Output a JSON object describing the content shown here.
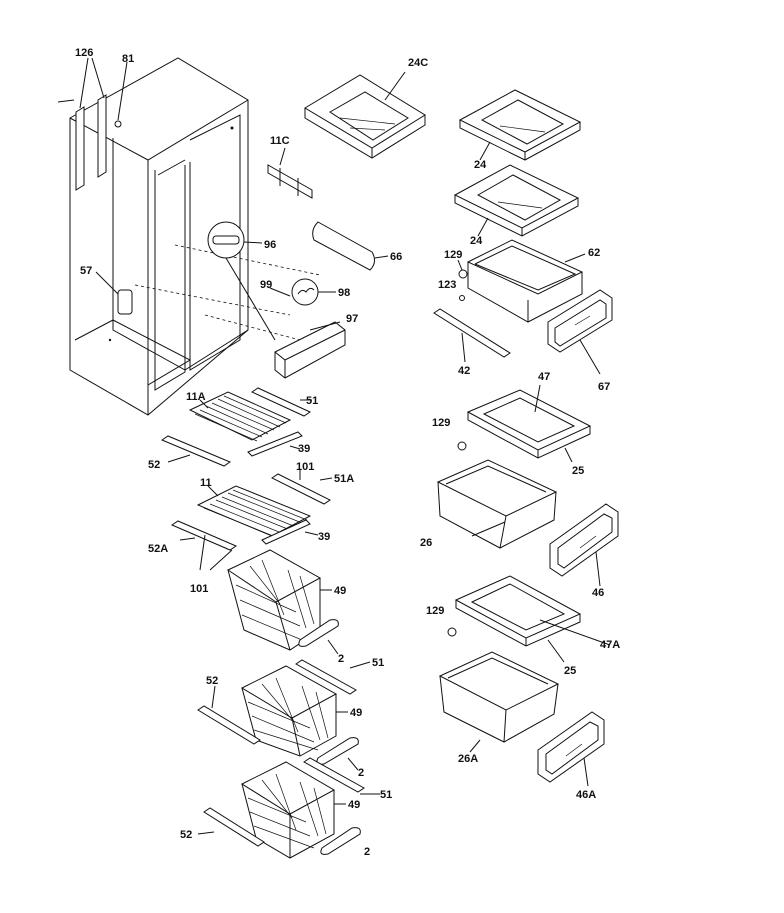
{
  "labels": {
    "l126": "126",
    "l81": "81",
    "l24c": "24C",
    "l11c": "11C",
    "l24a": "24",
    "l24b": "24",
    "l96": "96",
    "l66": "66",
    "l57": "57",
    "l99": "99",
    "l98": "98",
    "l97": "97",
    "l129a": "129",
    "l62": "62",
    "l123": "123",
    "l42": "42",
    "l67": "67",
    "l11a": "11A",
    "l51a": "51",
    "l39a": "39",
    "l52a": "52",
    "l101a": "101",
    "l51A": "51A",
    "l11": "11",
    "l39b": "39",
    "l52A": "52A",
    "l101b": "101",
    "l47": "47",
    "l129b": "129",
    "l25a": "25",
    "l26": "26",
    "l46": "46",
    "l49a": "49",
    "l2a": "2",
    "l129c": "129",
    "l47A": "47A",
    "l25b": "25",
    "l51b": "51",
    "l52b": "52",
    "l49b": "49",
    "l2b": "2",
    "l26A": "26A",
    "l46A": "46A",
    "l51c": "51",
    "l49c": "49",
    "l52c": "52",
    "l2c": "2"
  }
}
